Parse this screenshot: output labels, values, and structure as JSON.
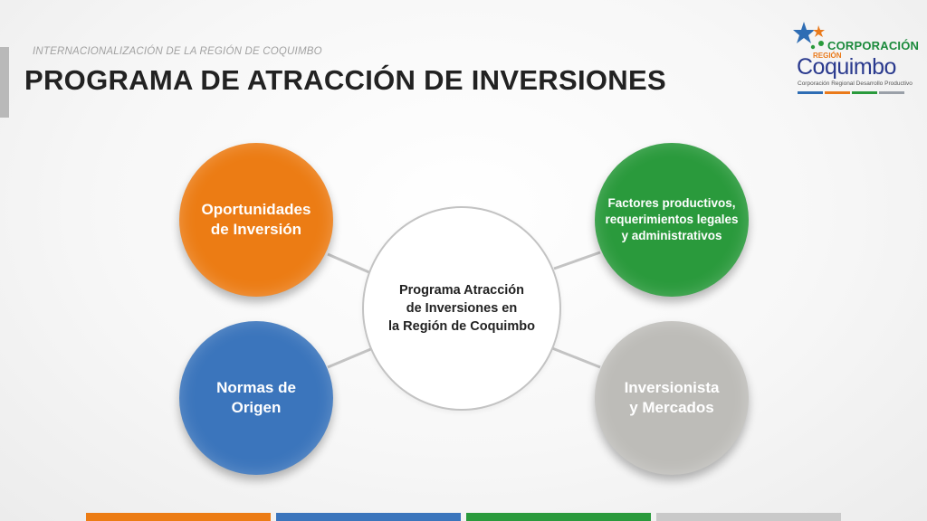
{
  "header": {
    "subtitle": "INTERNACIONALIZACIÓN DE LA REGIÓN DE COQUIMBO",
    "title": "PROGRAMA DE ATRACCIÓN DE INVERSIONES"
  },
  "logo": {
    "corporacion": "CORPORACIÓN",
    "region": "REGIÓN",
    "coquimbo": "Coquimbo",
    "tagline": "Corporación Regional Desarrollo Productivo"
  },
  "diagram": {
    "center": "Programa Atracción\nde Inversiones en\nla Región de Coquimbo",
    "nodes": {
      "top_left": "Oportunidades\nde Inversión",
      "bottom_left": "Normas de\nOrigen",
      "top_right": "Factores productivos,\nrequerimientos legales\ny administrativos",
      "bottom_right": "Inversionista\ny Mercados"
    }
  },
  "colors": {
    "orange": "#ec7c14",
    "blue": "#3b75bc",
    "green": "#2a9a3c",
    "gray": "#bdbcb8",
    "connector": "#c3c3c3",
    "logo_blue": "#2a3a8e",
    "logo_green": "#1b8a3c"
  }
}
